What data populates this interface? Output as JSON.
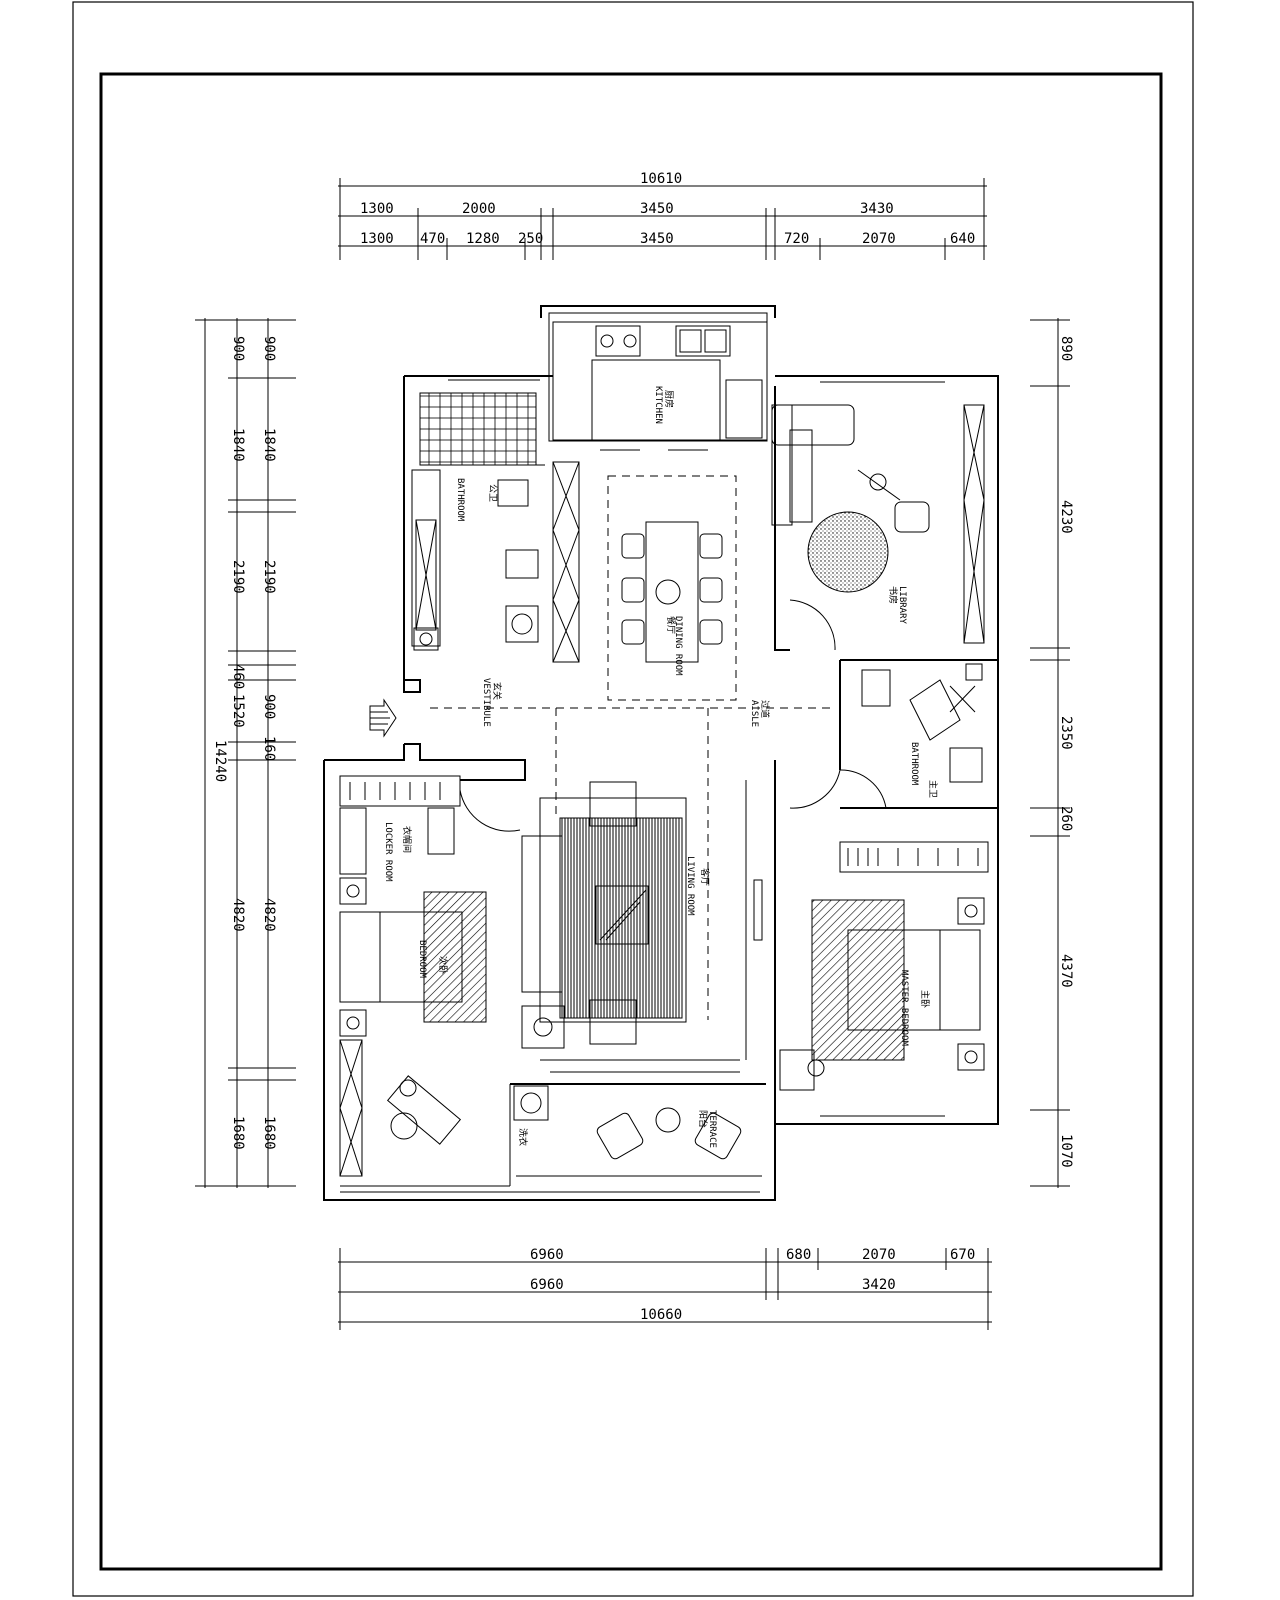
{
  "title_block": {
    "has_border": true
  },
  "dimensions": {
    "top_total": "10610",
    "top_row1": [
      "1300",
      "2000",
      "3450",
      "3430"
    ],
    "top_row2": [
      "1300",
      "470",
      "1280",
      "250",
      "3450",
      "720",
      "2070",
      "640"
    ],
    "bottom_row1": [
      "6960",
      "680",
      "2070",
      "670"
    ],
    "bottom_row2": [
      "6960",
      "3420"
    ],
    "bottom_total": "10660",
    "left_total": "14240",
    "left_outer": [
      "900",
      "1840",
      "2190",
      "460",
      "1520",
      "4820",
      "1680"
    ],
    "left_inner": [
      "900",
      "1840",
      "2190",
      "900",
      "160",
      "4820",
      "1680"
    ],
    "right": [
      "890",
      "4230",
      "2350",
      "260",
      "4370",
      "1070"
    ]
  },
  "rooms": {
    "kitchen": {
      "cn": "厨房",
      "en": "KITCHEN"
    },
    "bathroom_public": {
      "cn": "公卫",
      "en": "BATHROOM"
    },
    "dining": {
      "cn": "餐厅",
      "en": "DINING ROOM"
    },
    "library": {
      "cn": "书房",
      "en": "LIBRARY"
    },
    "vestibule": {
      "cn": "玄关",
      "en": "VESTIBULE"
    },
    "aisle": {
      "cn": "过道",
      "en": "AISLE"
    },
    "master_bath": {
      "cn": "主卫",
      "en": "BATHROOM"
    },
    "locker": {
      "cn": "衣帽间",
      "en": "LOCKER ROOM"
    },
    "bedroom2": {
      "cn": "次卧",
      "en": "BEDROOM"
    },
    "living": {
      "cn": "客厅",
      "en": "LIVING ROOM"
    },
    "master_bed": {
      "cn": "主卧",
      "en": "MASTER BEDROOM"
    },
    "terrace": {
      "cn": "阳台",
      "en": "TERRACE"
    },
    "laundry": {
      "cn": "洗衣"
    }
  }
}
